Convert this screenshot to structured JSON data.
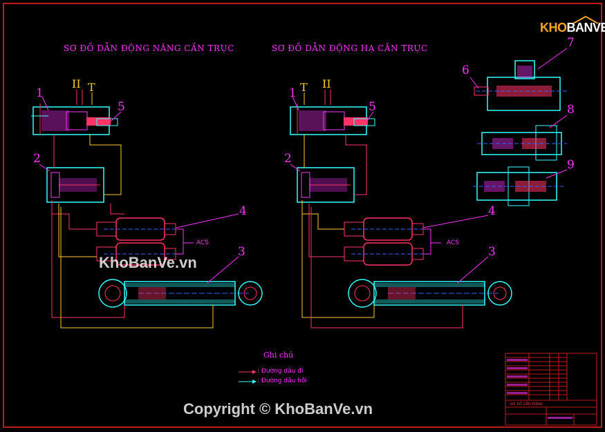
{
  "drawing": {
    "title_left": "SƠ ĐỒ DẪN ĐỘNG NÂNG CẦN TRỤC",
    "title_right": "SƠ ĐỒ DẪN ĐỘNG HẠ CẦN TRỤC"
  },
  "labels": {
    "n1": "1",
    "n2": "2",
    "n3": "3",
    "n4": "4",
    "n5": "5",
    "n6": "6",
    "n7": "7",
    "n8": "8",
    "n9": "9",
    "roman_ii": "II",
    "t": "T",
    "acs": "ACS"
  },
  "notes": {
    "title": "Ghi chú",
    "supply_line": ": Đường dầu đi",
    "return_line": ": Đường dầu hồi"
  },
  "title_block": {
    "caption": "SƠ ĐỒ DẪN ĐỘNG"
  },
  "watermark": {
    "center": "KhoBanVe.vn",
    "bottom": "Copyright © KhoBanVe.vn",
    "logo_prefix": "KHO",
    "logo_suffix": "BANVE"
  },
  "colors": {
    "background": "#000000",
    "border": "#ff2222",
    "part_outline": "#33ffff",
    "part_fill": "#ff33ff",
    "supply": "#ff3366",
    "return": "#ffcc33",
    "label": "#ff33ff"
  }
}
